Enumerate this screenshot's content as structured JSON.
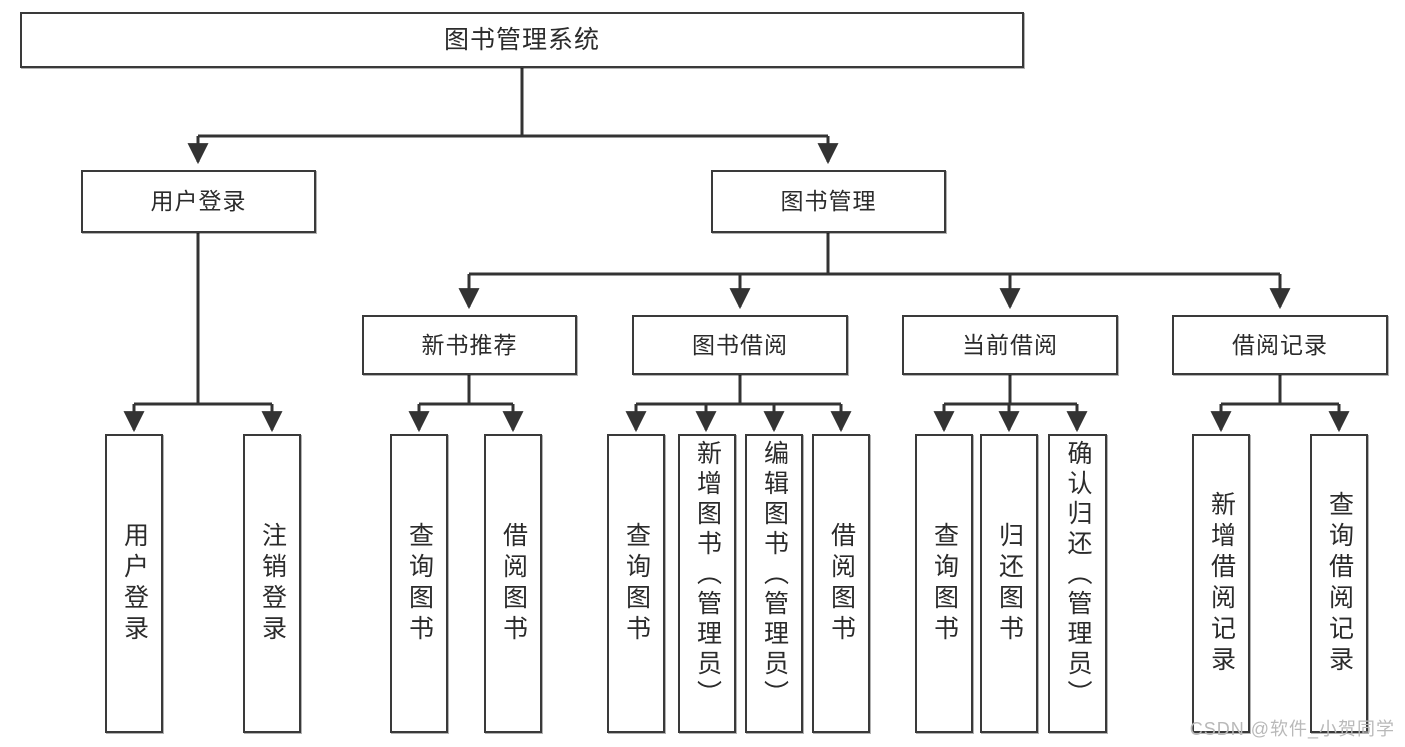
{
  "diagram": {
    "title": "图书管理系统",
    "type": "tree",
    "watermark": "CSDN @软件_小贺同学",
    "colors": {
      "box_border": "#3a3a3a",
      "box_fill": "#ffffff",
      "connector": "#333333",
      "text": "#2b2b2b",
      "watermark": "#b9b9b9"
    },
    "nodes": {
      "root": {
        "label": "图书管理系统"
      },
      "level1": [
        {
          "label": "用户登录"
        },
        {
          "label": "图书管理"
        }
      ],
      "level2": [
        {
          "label": "新书推荐"
        },
        {
          "label": "图书借阅"
        },
        {
          "label": "当前借阅"
        },
        {
          "label": "借阅记录"
        }
      ],
      "leaves": {
        "user_login": [
          {
            "label": "用户登录"
          },
          {
            "label": "注销登录"
          }
        ],
        "new_book_recommend": [
          {
            "label": "查询图书"
          },
          {
            "label": "借阅图书"
          }
        ],
        "book_borrow": [
          {
            "label": "查询图书"
          },
          {
            "label": "新增图书（管理员）"
          },
          {
            "label": "编辑图书（管理员）"
          },
          {
            "label": "借阅图书"
          }
        ],
        "current_borrow": [
          {
            "label": "查询图书"
          },
          {
            "label": "归还图书"
          },
          {
            "label": "确认归还（管理员）"
          }
        ],
        "borrow_record": [
          {
            "label": "新增借阅记录"
          },
          {
            "label": "查询借阅记录"
          }
        ]
      }
    }
  }
}
